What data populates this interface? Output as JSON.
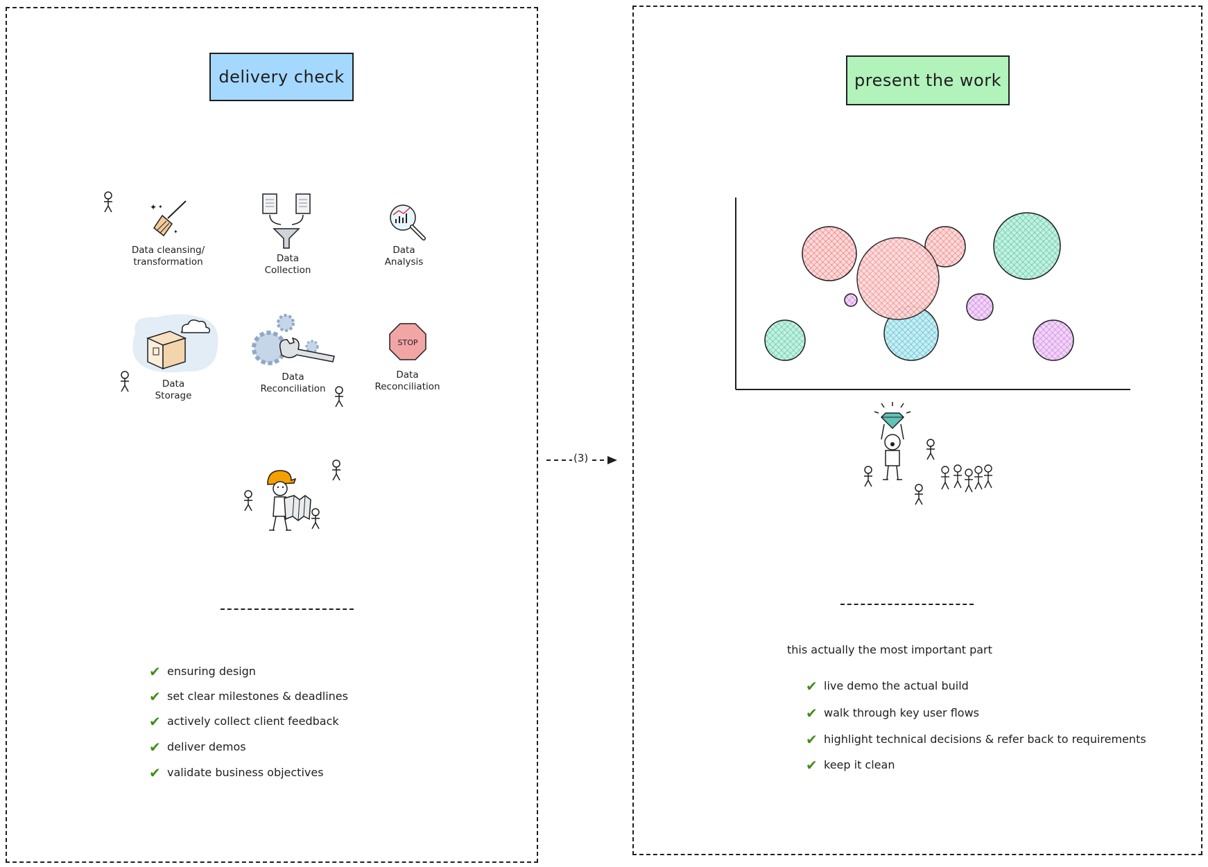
{
  "colors": {
    "left_title_fill": "#a5d8ff",
    "right_title_fill": "#b2f2bb",
    "check": "#3f8f1a",
    "bubble_red": "#e03131",
    "bubble_green": "#0ca678",
    "bubble_blue": "#1098ad",
    "bubble_purple": "#ae3ec9"
  },
  "left_panel": {
    "title": "delivery check",
    "icons": [
      {
        "icon": "broom-icon",
        "label": "Data cleansing/\ntransformation"
      },
      {
        "icon": "funnel-documents-icon",
        "label": "Data\nCollection"
      },
      {
        "icon": "magnifier-chart-icon",
        "label": "Data\nAnalysis"
      },
      {
        "icon": "storage-box-icon",
        "label": "Data\nStorage"
      },
      {
        "icon": "gears-wrench-icon",
        "label": "Data\nReconciliation"
      },
      {
        "icon": "stop-sign-icon",
        "label": "Data\nReconciliation",
        "sign_text": "STOP"
      }
    ],
    "checklist": [
      "ensuring design",
      "set clear milestones & deadlines",
      "actively collect client feedback",
      "deliver demos",
      "validate business objectives"
    ]
  },
  "connector": {
    "label": "(3)"
  },
  "right_panel": {
    "title": "present the work",
    "intro": "this actually the most important part",
    "checklist": [
      "live demo the actual build",
      "walk through key user flows",
      "highlight technical decisions & refer back to requirements",
      "keep it clean"
    ]
  }
}
